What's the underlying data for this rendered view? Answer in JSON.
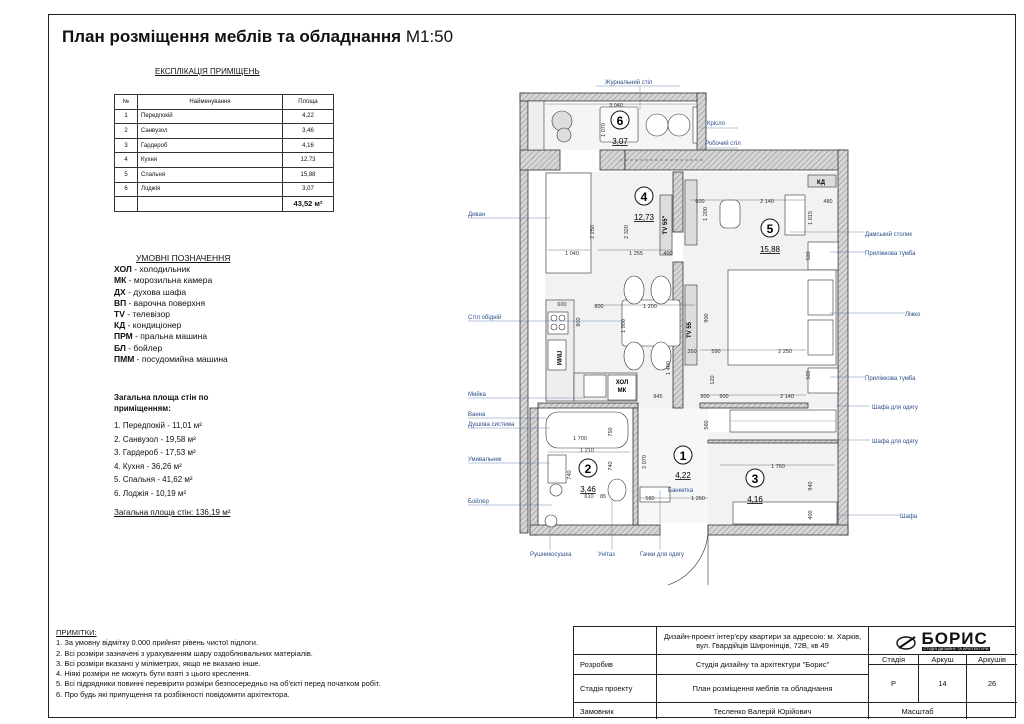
{
  "header": {
    "title": "План розміщення меблів та обладнання",
    "scale": "М1:50"
  },
  "explication": {
    "title": "ЕКСПЛІКАЦІЯ ПРИМІЩЕНЬ",
    "columns": [
      "№",
      "Найменування",
      "Площа"
    ],
    "rows": [
      {
        "n": "1",
        "name": "Передпокій",
        "area": "4,22"
      },
      {
        "n": "2",
        "name": "Санвузол",
        "area": "3,46"
      },
      {
        "n": "3",
        "name": "Гардероб",
        "area": "4,16"
      },
      {
        "n": "4",
        "name": "Кухня",
        "area": "12,73"
      },
      {
        "n": "5",
        "name": "Спальня",
        "area": "15,88"
      },
      {
        "n": "6",
        "name": "Лоджія",
        "area": "3,07"
      }
    ],
    "total": "43,52 м²"
  },
  "legend": {
    "title": "УМОВНІ ПОЗНАЧЕННЯ",
    "items": [
      {
        "code": "ХОЛ",
        "text": " - холодильник"
      },
      {
        "code": "МК",
        "text": " - морозильна камера"
      },
      {
        "code": "ДХ",
        "text": " - духова шафа"
      },
      {
        "code": "ВП",
        "text": " - варочна поверхня"
      },
      {
        "code": "TV",
        "text": " - телевізор"
      },
      {
        "code": "КД",
        "text": " - кондиціонер"
      },
      {
        "code": "ПРМ",
        "text": " - пральна машина"
      },
      {
        "code": "БЛ",
        "text": " - бойлер"
      },
      {
        "code": "ПММ",
        "text": " - посудомийна машина"
      }
    ]
  },
  "walls": {
    "title": "Загальна площа стін по приміщенням:",
    "items": [
      "1. Передпокій - 11,01 м²",
      "2. Санвузол - 19,58 м²",
      "3. Гардероб - 17,53 м²",
      "4. Кухня - 36,26 м²",
      "5. Спальня - 41,62 м²",
      "6. Лоджія - 10,19 м²"
    ],
    "total": "Загальна площа стін: 136,19 м²"
  },
  "notes": {
    "title": "ПРИМІТКИ:",
    "items": [
      "1. За умовну відмітку 0.000 прийнят рівень чистої підлоги.",
      "2. Всі розміри зазначені з урахуванням шару оздоблювальних матеріалів.",
      "3. Всі розміри вказано у міліметрах, якщо не вказано інше.",
      "4. Ніякі розміри не можуть бути взяті з цього креслення.",
      "5. Всі підрядники повинні перевірити розміри безпосередньо на об'єкті перед початком робіт.",
      "6. Про будь які припущення та розбіжності повідомити архітектора."
    ]
  },
  "plan": {
    "rooms": [
      {
        "num": "1",
        "area": "4,22"
      },
      {
        "num": "2",
        "area": "3,46"
      },
      {
        "num": "3",
        "area": "4,16"
      },
      {
        "num": "4",
        "area": "12,73"
      },
      {
        "num": "5",
        "area": "15,88"
      },
      {
        "num": "6",
        "area": "3,07"
      }
    ],
    "labels": {
      "journal_table": "Журнальний стіл",
      "armchair": "Крісло",
      "work_table": "Робочий стіл",
      "sofa": "Диван",
      "dining_table": "Стіл обідній",
      "sink": "Мийка",
      "bath": "Ванна",
      "shower": "Душова система",
      "washbasin": "Умивальник",
      "boiler": "Бойлер",
      "towel": "Рушникосушка",
      "toilet": "Унітаз",
      "hooks": "Гачки для одягу",
      "banketka": "Банкетка",
      "ladies_table": "Дамський столик",
      "nightstand": "Приліжкова тумба",
      "bed": "Ліжко",
      "nightstand2": "Приліжкова тумба",
      "wardrobe1": "Шафа для одягу",
      "wardrobe2": "Шафа для одягу",
      "wardrobe3": "Шафа"
    },
    "appliances": {
      "hol": "ХОЛ",
      "mk": "МК",
      "pmm": "ПММ",
      "tv1": "TV 55\"",
      "tv2": "TV 55",
      "kd": "КД"
    },
    "dims": [
      "3 040",
      "1 070",
      "1 040",
      "2 250",
      "2 320",
      "1 255",
      "600",
      "800",
      "800",
      "1 200",
      "400",
      "600",
      "1 200",
      "2 140",
      "1 015",
      "480",
      "500",
      "590",
      "2 250",
      "350",
      "900",
      "1 900",
      "1 400",
      "845",
      "900",
      "120",
      "900",
      "2 140",
      "500",
      "560",
      "1 700",
      "750",
      "1 210",
      "740",
      "2 070",
      "610",
      "85",
      "740",
      "580",
      "1 260",
      "1 760",
      "940",
      "400"
    ]
  },
  "stamp": {
    "address": "Дизайн-проект інтер'єру квартири за адресою: м. Харків, вул. Гвардійців Широнінців, 72В, кв 49",
    "brand": "БОРИС",
    "brand_sub": "СТУДІЯ ДИЗАЙНУ ТА АРХІТЕКТУРИ",
    "developed_label": "Розробив",
    "developer": "Студія дизайну та архітектури \"Борис\"",
    "stage_label": "Стадія проекту",
    "sheet_title": "План розміщення меблів та обладнання",
    "col_stage": "Стадія",
    "col_sheet": "Аркуш",
    "col_sheets": "Аркушів",
    "stage": "Р",
    "sheet": "14",
    "sheets": "26",
    "customer_label": "Замовник",
    "customer": "Тесленко Валерій Юрійович",
    "scale_label": "Масштаб"
  }
}
